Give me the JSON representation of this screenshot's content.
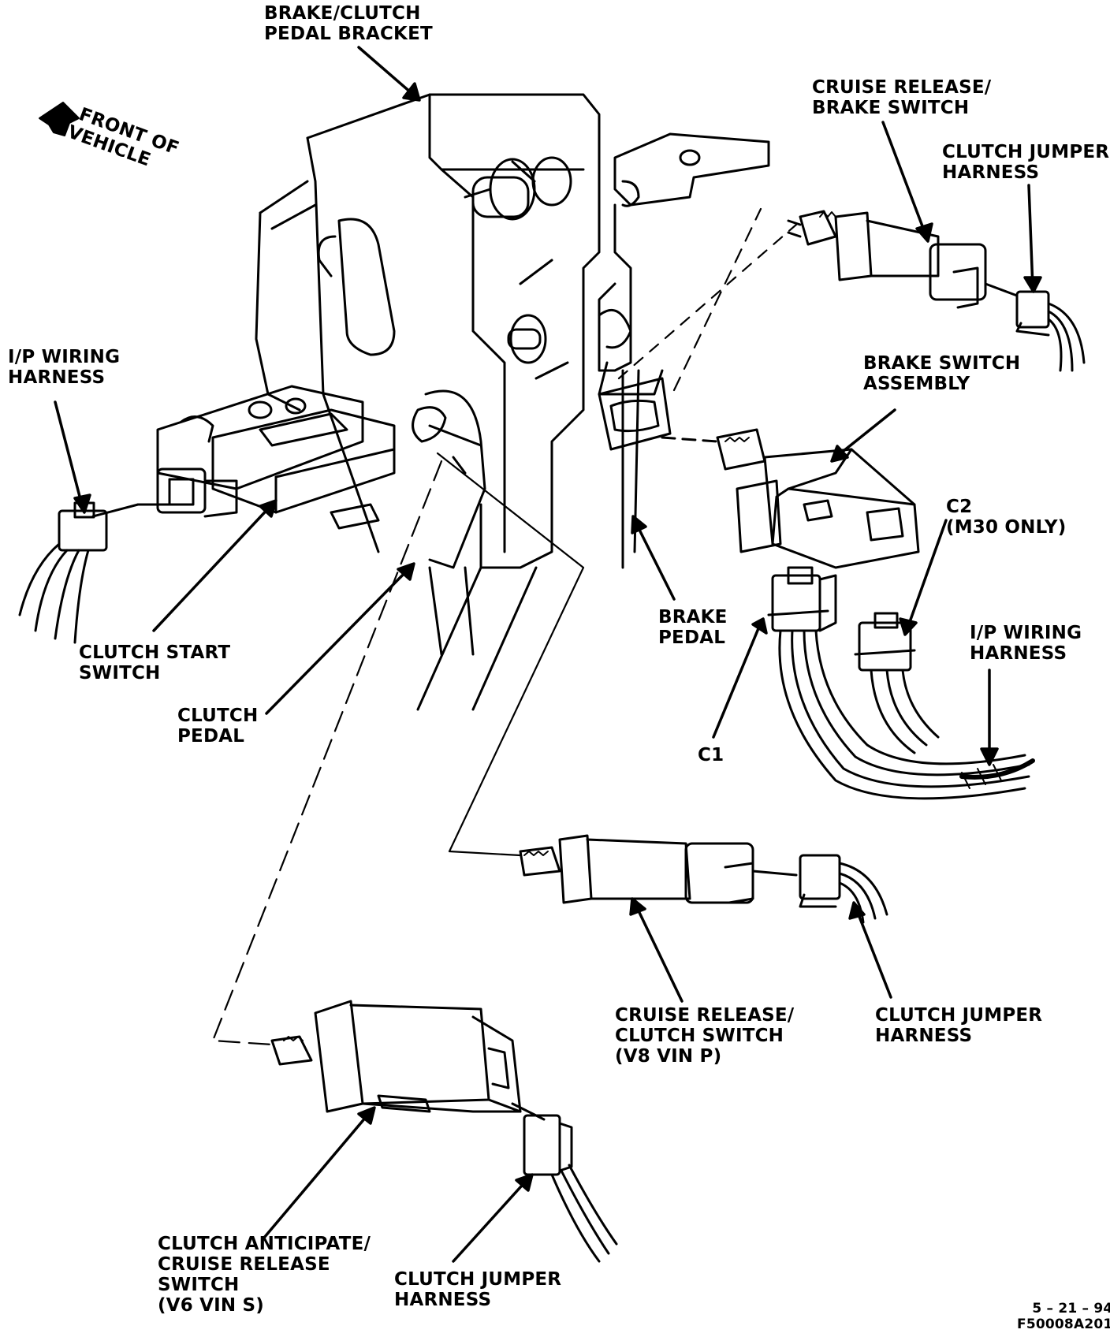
{
  "labels": {
    "brake_clutch_pedal_bracket": [
      "BRAKE/CLUTCH",
      "PEDAL BRACKET"
    ],
    "front_of_vehicle": [
      "FRONT OF",
      "VEHICLE"
    ],
    "cruise_release_brake_switch": [
      "CRUISE RELEASE/",
      "BRAKE SWITCH"
    ],
    "clutch_jumper_harness_top": [
      "CLUTCH JUMPER",
      "HARNESS"
    ],
    "ip_wiring_harness_left": [
      "I/P WIRING",
      "HARNESS"
    ],
    "brake_switch_assembly": [
      "BRAKE SWITCH",
      "ASSEMBLY"
    ],
    "c2": [
      "C2",
      "(M30 ONLY)"
    ],
    "brake_pedal": [
      "BRAKE",
      "PEDAL"
    ],
    "ip_wiring_harness_right": [
      "I/P WIRING",
      "HARNESS"
    ],
    "clutch_start_switch": [
      "CLUTCH START",
      "SWITCH"
    ],
    "clutch_pedal": [
      "CLUTCH",
      "PEDAL"
    ],
    "c1": [
      "C1"
    ],
    "cruise_release_clutch_switch": [
      "CRUISE RELEASE/",
      "CLUTCH SWITCH",
      "(V8  VIN P)"
    ],
    "clutch_jumper_harness_mid": [
      "CLUTCH JUMPER",
      "HARNESS"
    ],
    "clutch_anticipate_switch": [
      "CLUTCH ANTICIPATE/",
      "CRUISE RELEASE",
      "SWITCH",
      "(V6  VIN S)"
    ],
    "clutch_jumper_harness_bottom": [
      "CLUTCH JUMPER",
      "HARNESS"
    ],
    "figure_id": [
      "5 – 21 – 94",
      "F50008A201"
    ]
  },
  "icons": {
    "front_arrow": "front-direction-arrow-icon"
  },
  "colors": {
    "ink": "#000000",
    "paper": "#ffffff"
  }
}
